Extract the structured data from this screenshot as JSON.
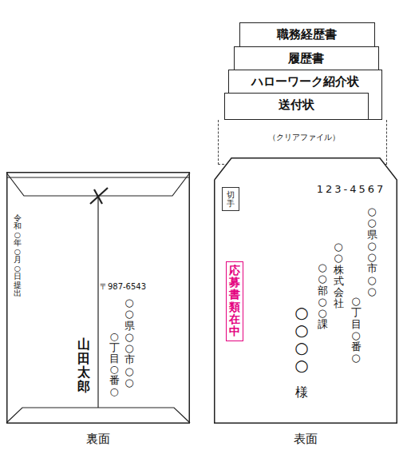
{
  "diagram": {
    "nodes": [
      {
        "text": [
          "令和○年○月○日提出",
          "〒987-6543",
          "○○県○○市○○",
          "○丁目○番○",
          "山田太郎"
        ]
      },
      {
        "text": [
          "職務経歴書"
        ]
      },
      {
        "text": [
          "履歴書"
        ]
      },
      {
        "text": [
          "ハローワーク紹介状"
        ]
      },
      {
        "text": [
          "送付状"
        ]
      },
      {
        "text": [
          "（クリアファイル）"
        ]
      },
      {
        "text": [
          "123-4567",
          "○○県○○市○○",
          "○丁目○番○",
          "○○株式会社",
          "○○部○○課",
          "○○○○",
          "様"
        ]
      },
      {
        "text": [
          "切手"
        ],
        "in": 6
      },
      {
        "text": [
          "応募書類在中"
        ],
        "in": 6
      }
    ],
    "edges": [],
    "labels": [
      "裏面",
      "表面"
    ]
  }
}
